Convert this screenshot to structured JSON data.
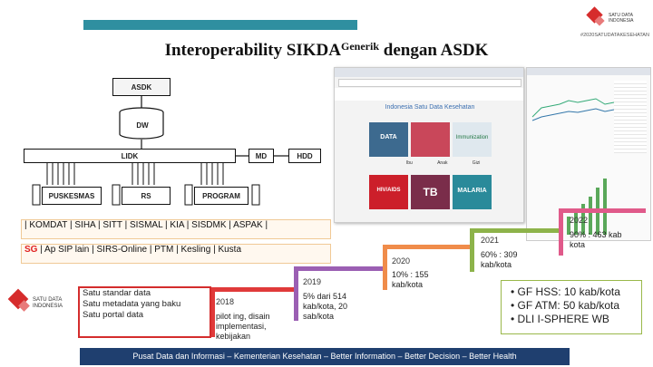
{
  "slide": {
    "title_main": "Interoperability SIKDA",
    "title_sup": "Generik",
    "title_end": " dengan ASDK",
    "logo_text_top": "SATU DATA INDONESIA",
    "tagline": "#2020SATUDATAKESEHATAN",
    "logo_text_bottom": "SATU DATA INDONESIA",
    "footer": "Pusat Data dan Informasi – Kementerian Kesehatan – Better Information – Better Decision – Better Health"
  },
  "diagram": {
    "asdk": "ASDK",
    "dw": "DW",
    "lidk": "LIDK",
    "md": "MD",
    "hdd": "HDD",
    "puskesmas": "PUSKESMAS",
    "rs": "RS",
    "program": "PROGRAM"
  },
  "sources": {
    "strip1": "| KOMDAT | SIHA | SITT | SISMAL | KIA | SISDMK | ASPAK |",
    "strip2_sg": "SG",
    "strip2_rest": " | Ap SIP lain | SIRS-Online | PTM | Kesling | Kusta"
  },
  "portal": {
    "banner": "Indonesia Satu Data Kesehatan",
    "tiles": [
      "DATA",
      "",
      "Immunization",
      "",
      "",
      "",
      "",
      "",
      "MALARIA"
    ],
    "labels": [
      "",
      "Ibu",
      "Anak",
      "Gizi"
    ],
    "hiv": "HIV/AIDS",
    "tb": "TB"
  },
  "steps": {
    "s2018": {
      "year": "2018",
      "lines": [
        "pilot ing, disain",
        "implementasi,",
        "kebijakan"
      ]
    },
    "s2019": {
      "year": "2019",
      "lines": [
        "5% dari 514",
        "kab/kota, 20",
        "sab/kota"
      ]
    },
    "s2020": {
      "year": "2020",
      "lines": [
        "10% : 155",
        "kab/kota"
      ]
    },
    "s2021": {
      "year": "2021",
      "lines": [
        "60% : 309",
        "kab/kota"
      ]
    },
    "s2022": {
      "year": "2022",
      "lines": [
        "90% : 463 kab",
        "kota"
      ]
    }
  },
  "left_box": [
    "Satu standar data",
    "Satu metadata yang baku",
    "Satu portal data"
  ],
  "gf": [
    "GF HSS: 10 kab/kota",
    "GF ATM: 50 kab/kota",
    "DLI I-SPHERE WB"
  ],
  "colors": {
    "accent_red": "#d42d2d",
    "step_red": "#e03a3a",
    "step_purple": "#9b5fb3",
    "step_orange": "#f08c4a",
    "step_green": "#8db34a",
    "step_pink": "#e05a8a",
    "footer_bg": "#1f3f6f",
    "top_bar": "#2f8fa0"
  }
}
